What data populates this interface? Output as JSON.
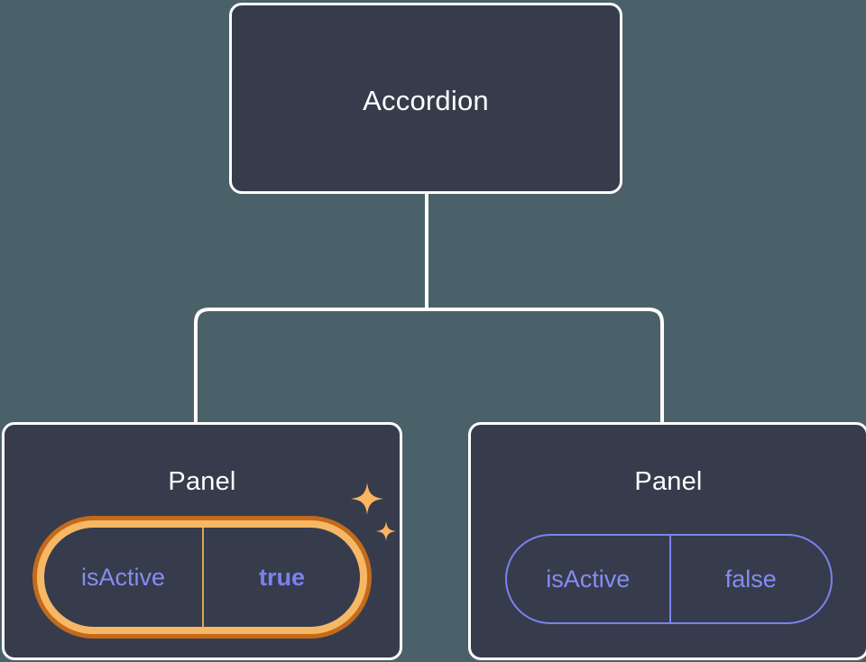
{
  "theme": {
    "canvas_bg": "#4b6169",
    "node_fill": "#363c4c",
    "node_border": "#ffffff",
    "connector": "#ffffff",
    "prop_key_color": "#858cf2",
    "prop_value_color": "#7b82ee",
    "highlight_outer": "#c46a1b",
    "highlight_inner": "#f7b866",
    "sparkle_color": "#fbb45f"
  },
  "tree": {
    "root": {
      "label": "Accordion"
    },
    "children": [
      {
        "label": "Panel",
        "highlighted": true,
        "prop": {
          "key": "isActive",
          "value": "true"
        }
      },
      {
        "label": "Panel",
        "highlighted": false,
        "prop": {
          "key": "isActive",
          "value": "false"
        }
      }
    ]
  },
  "icons": {
    "sparkle_large": "sparkle-icon",
    "sparkle_small": "sparkle-small-icon"
  }
}
